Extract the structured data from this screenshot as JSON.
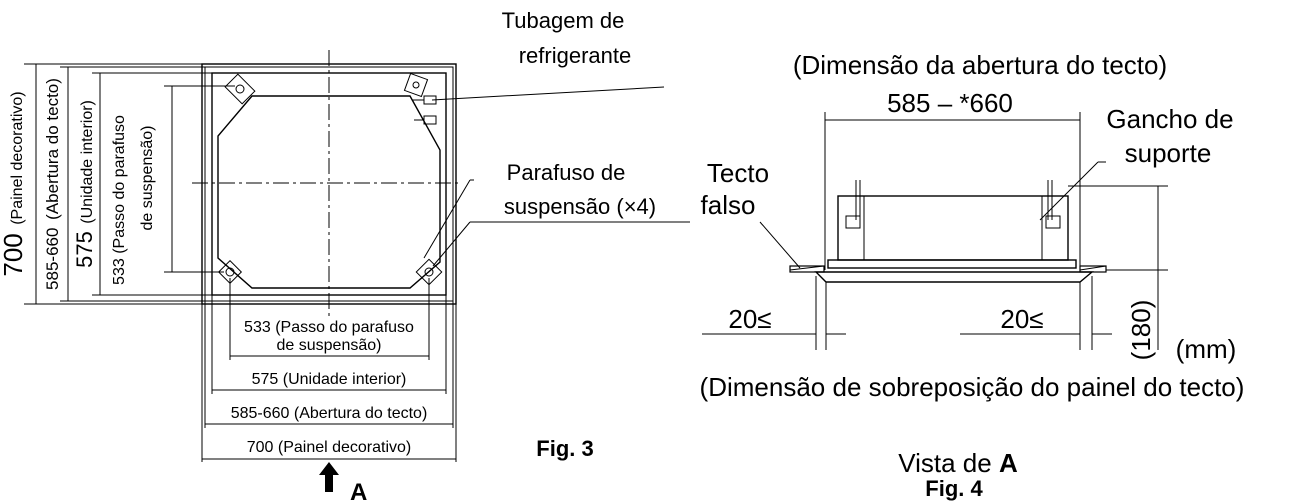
{
  "fig3": {
    "caption": "Fig. 3",
    "view_arrow_label": "A",
    "labels": {
      "refrigerant_pipe_line1": "Tubagem de",
      "refrigerant_pipe_line2": "refrigerante",
      "bolt_line1": "Parafuso de",
      "bolt_line2": "suspensão (×4)"
    },
    "vertical_dims": {
      "panel_value": "700",
      "panel_text": "(Painel decorativo)",
      "ceiling_value": "585-660",
      "ceiling_text": "(Abertura do tecto)",
      "unit_value": "575",
      "unit_text": "(Unidade interior)",
      "pitch_value": "533",
      "pitch_text_line1": "(Passo do parafuso",
      "pitch_text_line2": "de suspensão)"
    },
    "horizontal_dims": {
      "pitch_line1": "533 (Passo do parafuso",
      "pitch_line2": "de suspensão)",
      "unit": "575 (Unidade interior)",
      "ceiling": "585-660 (Abertura do tecto)",
      "panel": "700 (Painel decorativo)"
    }
  },
  "fig4": {
    "caption": "Fig. 4",
    "view_title_prefix": "Vista de",
    "view_title_bold": "A",
    "ceiling_opening_title": "(Dimensão da abertura do tecto)",
    "ceiling_opening_value": "585 – *660",
    "hanger_line1": "Gancho de",
    "hanger_line2": "suporte",
    "false_ceiling_line1": "Tecto",
    "false_ceiling_line2": "falso",
    "gap_left": "20≤",
    "gap_right": "20≤",
    "height_value": "(180)",
    "units": "(mm)",
    "overlap_title": "(Dimensão de sobreposição do painel do tecto)"
  }
}
